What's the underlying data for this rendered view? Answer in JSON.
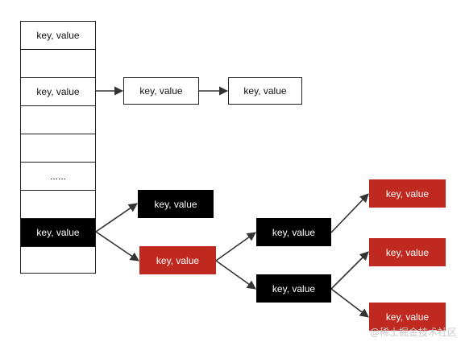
{
  "colors": {
    "red_node": "#c0291f",
    "black_node": "#000000",
    "white_node": "#ffffff",
    "line": "#333333"
  },
  "hash_table": {
    "slots": [
      "key, value",
      "",
      "key, value",
      "",
      "",
      "......",
      "",
      "key, value",
      ""
    ]
  },
  "linked_list": {
    "nodes": [
      "key, value",
      "key, value"
    ]
  },
  "red_black_tree": {
    "nodes": [
      "key, value",
      "key, value",
      "key, value",
      "key, value",
      "key, value",
      "key, value",
      "key, value"
    ]
  },
  "watermark": "@稀土掘金技术社区"
}
